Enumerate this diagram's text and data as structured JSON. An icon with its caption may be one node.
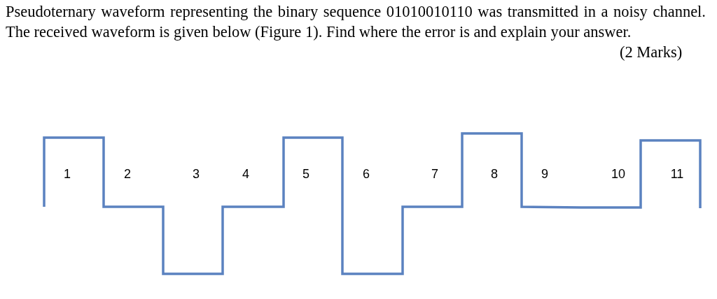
{
  "diagram": {
    "title": "Pseudoternary waveform representing the binary sequence 01010010110 was transmitted in a noisy channel. The received waveform is given below (Figure 1). Find where the error is and explain your answer.",
    "labels": [
      "(2 Marks)",
      "1",
      "2",
      "3",
      "4",
      "5",
      "6",
      "7",
      "8",
      "9",
      "10",
      "11"
    ]
  }
}
